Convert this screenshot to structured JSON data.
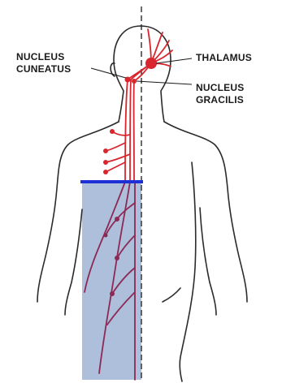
{
  "labels": {
    "nucleus_cuneatus": [
      "NUCLEUS",
      "CUNEATUS"
    ],
    "thalamus": "THALAMUS",
    "nucleus_gracilis": [
      "NUCLEUS",
      "GRACILIS"
    ]
  },
  "colors": {
    "outline": "#2b2b2b",
    "pathway": "#d9262e",
    "lower_pathway": "#8c2a55",
    "shaded_region": "#9fb4d3",
    "level_marker": "#1f2fd6",
    "label_text": "#1a1a1a"
  }
}
